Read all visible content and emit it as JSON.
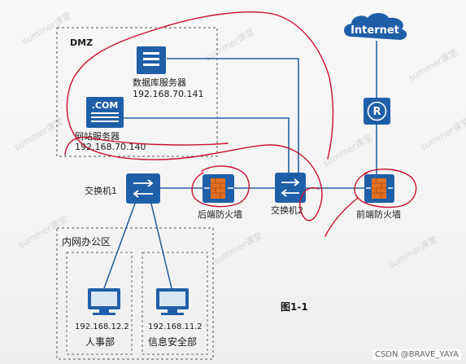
{
  "diagram": {
    "zones": {
      "dmz": "DMZ",
      "office": "内网办公区"
    },
    "nodes": {
      "internet": {
        "label": "Internet"
      },
      "router": {
        "glyph": "R"
      },
      "db_server": {
        "name": "数据库服务器",
        "ip": "192.168.70.141"
      },
      "web_server": {
        "name": "网站服务器",
        "ip": "192.168.70.140",
        "badge": ".COM"
      },
      "switch1": {
        "name": "交换机1"
      },
      "switch2": {
        "name": "交换机2"
      },
      "backend_fw": {
        "name": "后端防火墙"
      },
      "frontend_fw": {
        "name": "前端防火墙"
      },
      "pc_hr": {
        "ip": "192.168.12.2",
        "name": "人事部"
      },
      "pc_sec": {
        "ip": "192.168.11.2",
        "name": "信息安全部"
      }
    },
    "figure_caption": "图1-1"
  },
  "watermark": "summer课堂",
  "credit": "CSDN @BRAVE_YAYA",
  "colors": {
    "device_blue": "#1f5fa8",
    "link": "#2a5f9e",
    "firewall_orange": "#e2701f",
    "annotation_red": "#c8102e"
  }
}
